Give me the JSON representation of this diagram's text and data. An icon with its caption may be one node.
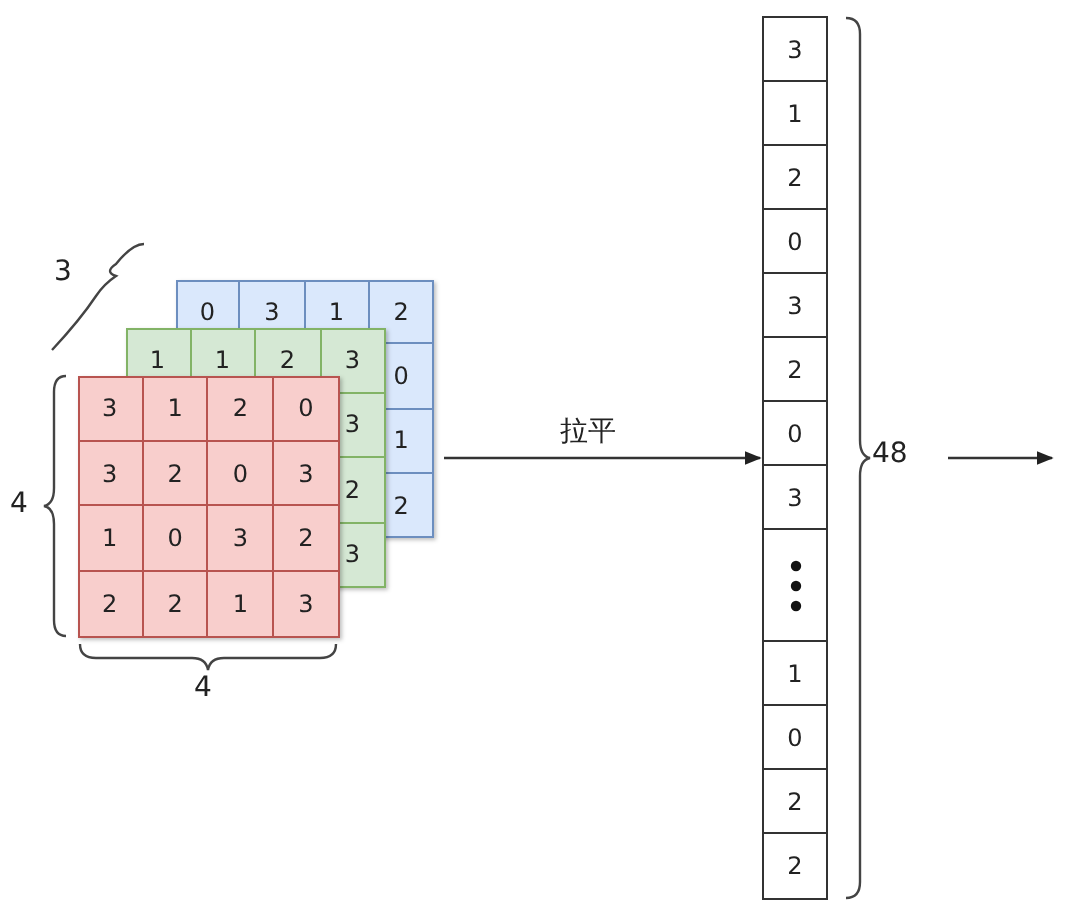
{
  "diagram": {
    "nodes": [
      {
        "text": [],
        "shape": "box"
      },
      {
        "text": [],
        "shape": "bar"
      },
      {
        "text": [
          "48"
        ]
      }
    ],
    "edges": [
      {
        "from": 0,
        "to": 1,
        "arrow": "to",
        "label": "拉平"
      },
      {
        "from": 2,
        "to": null,
        "arrow": "to"
      }
    ],
    "labels": [
      "3",
      "0",
      "3",
      "1",
      "2",
      "0",
      "1",
      "2",
      "1",
      "1",
      "2",
      "3",
      "3",
      "2",
      "3",
      "4",
      "3",
      "1",
      "2",
      "0",
      "3",
      "2",
      "0",
      "3",
      "1",
      "0",
      "3",
      "2",
      "2",
      "2",
      "1",
      "3",
      "4",
      "3",
      "1",
      "2",
      "0",
      "3",
      "2",
      "0",
      "3",
      "1",
      "0",
      "2",
      "2"
    ]
  }
}
